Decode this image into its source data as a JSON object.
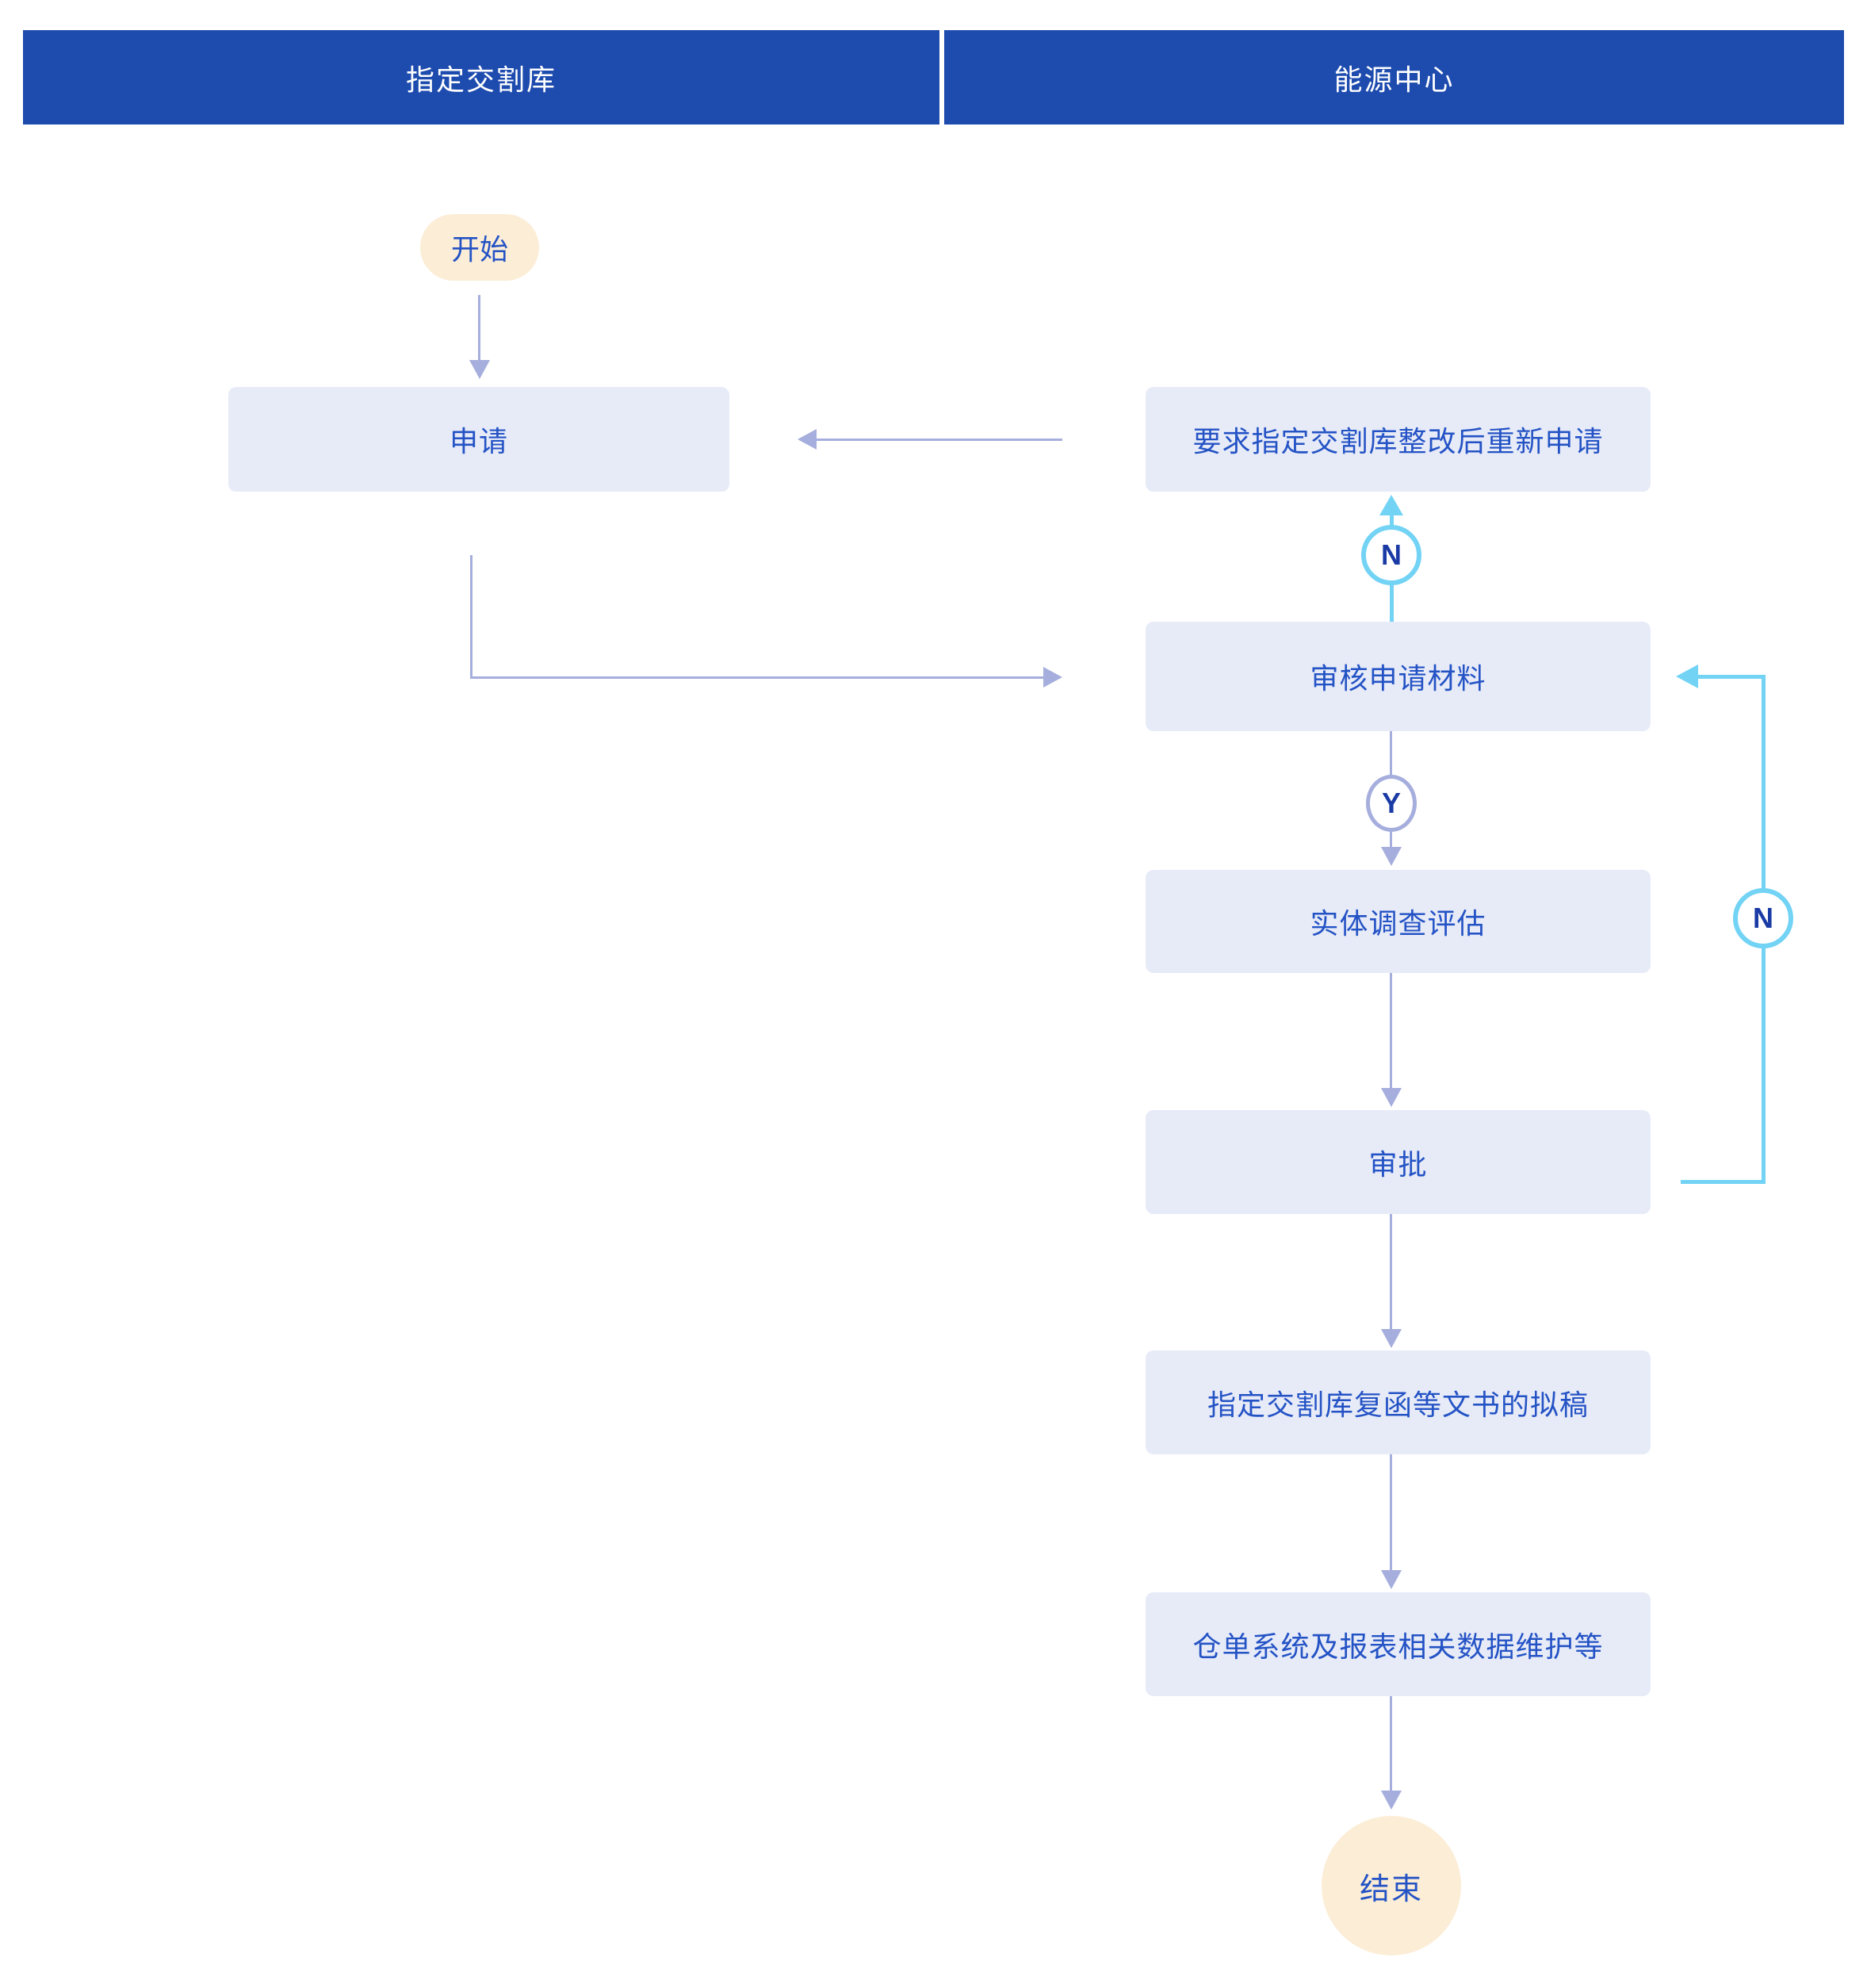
{
  "lanes": [
    {
      "label": "指定交割库"
    },
    {
      "label": "能源中心"
    }
  ],
  "nodes": {
    "start": {
      "label": "开始",
      "type": "start"
    },
    "apply": {
      "label": "申请",
      "type": "process"
    },
    "reapply": {
      "label": "要求指定交割库整改后重新申请",
      "type": "process"
    },
    "review": {
      "label": "审核申请材料",
      "type": "process"
    },
    "investigate": {
      "label": "实体调查评估",
      "type": "process"
    },
    "approve": {
      "label": "审批",
      "type": "process"
    },
    "draft": {
      "label": "指定交割库复函等文书的拟稿",
      "type": "process"
    },
    "maintain": {
      "label": "仓单系统及报表相关数据维护等",
      "type": "process"
    },
    "end": {
      "label": "结束",
      "type": "end"
    }
  },
  "decisions": {
    "n_top": "N",
    "y_mid": "Y",
    "n_right": "N"
  },
  "colors": {
    "header_bg": "#1d4bae",
    "header_text": "#ffffff",
    "node_bg": "#e7ebf8",
    "node_text": "#2453c5",
    "cream_bg": "#fcedd6",
    "connector": "#a5aedd",
    "cyan": "#72d3f5",
    "letter": "#1a3aa5"
  }
}
